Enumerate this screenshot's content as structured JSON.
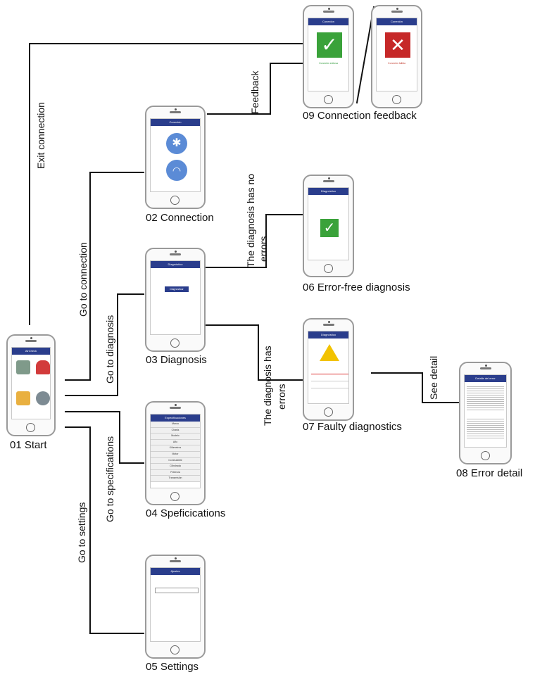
{
  "nodes": {
    "start": {
      "caption": "01 Start",
      "title": "AirCheck"
    },
    "connection": {
      "caption": "02 Connection",
      "title": "Conexión"
    },
    "diagnosis": {
      "caption": "03 Diagnosis",
      "title": "Diagnóstico",
      "button": "Diagnosticar"
    },
    "specs": {
      "caption": "04 Speficications",
      "title": "Especificaciones",
      "rows": [
        "Marca",
        "Chasis",
        "Modelo",
        "Año",
        "Kilómetros",
        "Motor",
        "Combustible",
        "Cilindrada",
        "Potencia",
        "Transmisión"
      ]
    },
    "settings": {
      "caption": "05 Settings",
      "title": "Ajustes"
    },
    "errorfree": {
      "caption": "06 Error-free diagnosis",
      "title": "Diagnóstico"
    },
    "faulty": {
      "caption": "07 Faulty diagnostics",
      "title": "Diagnóstico"
    },
    "errordetail": {
      "caption": "08 Error detail",
      "title": "Detalle del error"
    },
    "feedback": {
      "caption": "09 Connection feedback",
      "ok_title": "Conexión",
      "ok_text": "Conexión exitosa",
      "fail_title": "Conexión",
      "fail_text": "Conexión fallida"
    }
  },
  "edges": {
    "exit_connection": "Exit connection",
    "go_connection": "Go to connection",
    "go_diagnosis": "Go to diagnosis",
    "go_specifications": "Go to specifications",
    "go_settings": "Go to settings",
    "feedback": "Feedback",
    "no_errors_1": "The diagnosis has no",
    "no_errors_2": "errors",
    "has_errors_1": "The diagnosis has",
    "has_errors_2": "errors",
    "see_detail": "See detail"
  },
  "colors": {
    "appbar": "#2a3d8c",
    "success": "#3aa23a",
    "failure": "#c62828",
    "warning": "#f2c200",
    "line": "#111111"
  }
}
